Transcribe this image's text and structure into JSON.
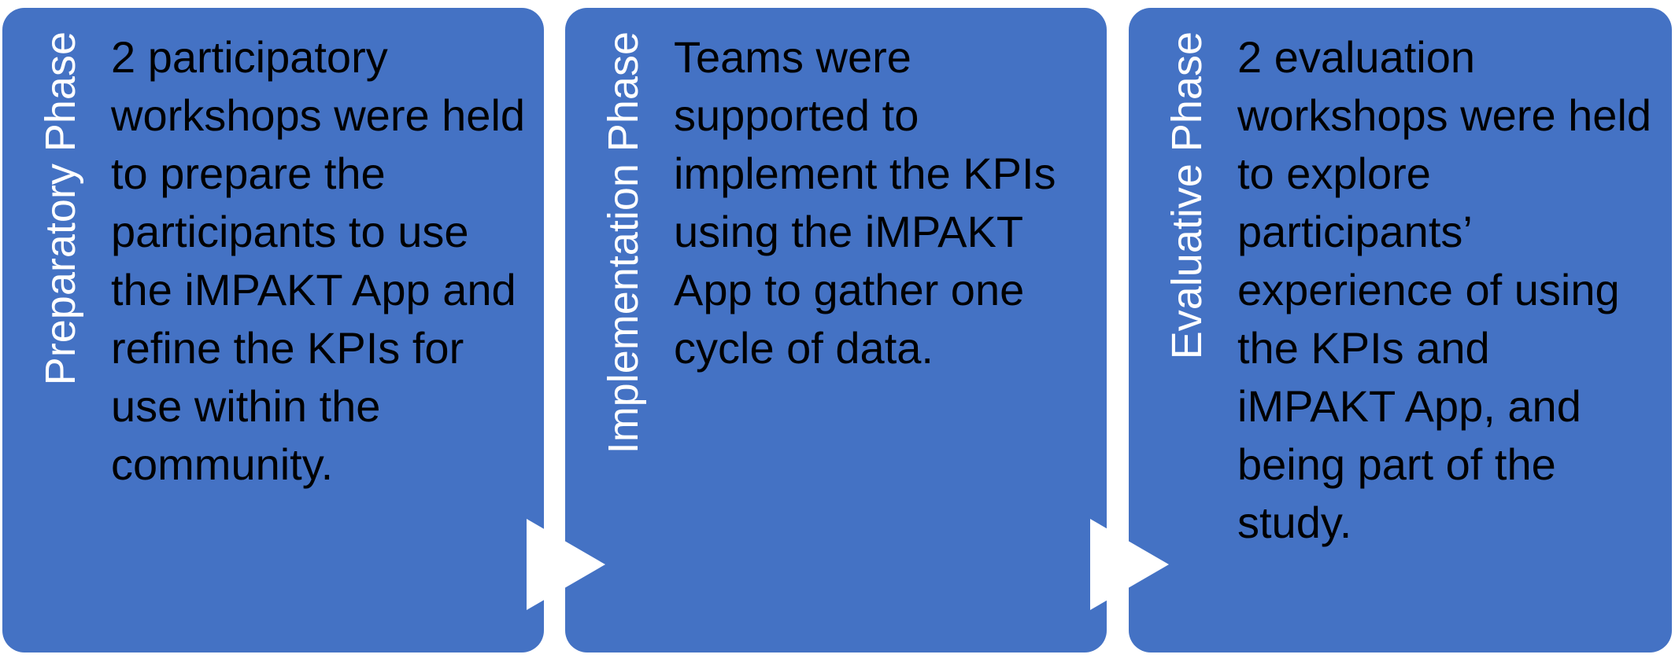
{
  "phases": [
    {
      "label": "Preparatory Phase",
      "body": "2 participatory workshops were held to prepare the participants to use the iMPAKT App and refine the KPIs for use within the community."
    },
    {
      "label": "Implementation Phase",
      "body": "Teams were supported to implement the KPIs using the iMPAKT App to gather one cycle of data."
    },
    {
      "label": "Evaluative Phase",
      "body": "2 evaluation workshops were held to explore participants’ experience of using the KPIs and iMPAKT App, and being part of the study."
    }
  ],
  "colors": {
    "box_fill": "#4472c4",
    "label_text": "#ffffff",
    "body_text": "#000000",
    "arrow": "#ffffff"
  }
}
